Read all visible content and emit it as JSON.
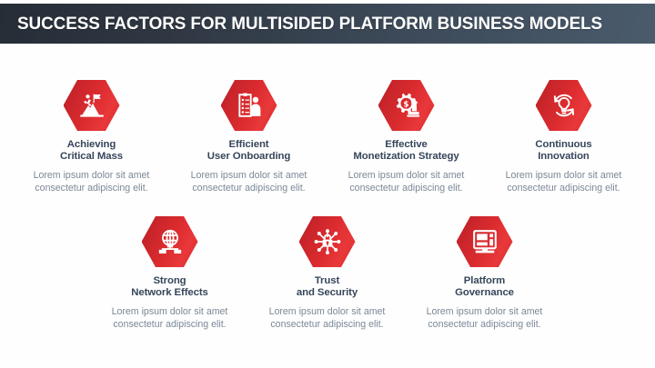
{
  "header": {
    "title": "SUCCESS FACTORS FOR MULTISIDED PLATFORM BUSINESS MODELS",
    "bg_color_start": "#262d37",
    "bg_color_end": "#4a5b6c",
    "text_color": "#ffffff"
  },
  "theme": {
    "accent": "#d92a2d",
    "accent_dark": "#b61f24",
    "title_color": "#36465b",
    "body_color": "#7b8897",
    "background": "#ffffff"
  },
  "items": [
    {
      "icon": "mountain-flag-achievement-icon",
      "title_line1": "Achieving",
      "title_line2": "Critical Mass",
      "desc_line1": "Lorem ipsum dolor sit amet",
      "desc_line2": "consectetur adipiscing elit."
    },
    {
      "icon": "clipboard-checklist-person-icon",
      "title_line1": "Efficient",
      "title_line2": "User Onboarding",
      "desc_line1": "Lorem ipsum dolor sit amet",
      "desc_line2": "consectetur adipiscing elit."
    },
    {
      "icon": "gear-dollar-growth-icon",
      "title_line1": "Effective",
      "title_line2": "Monetization Strategy",
      "desc_line1": "Lorem ipsum dolor sit amet",
      "desc_line2": "consectetur adipiscing elit."
    },
    {
      "icon": "lightbulb-refresh-icon",
      "title_line1": "Continuous",
      "title_line2": "Innovation",
      "desc_line1": "Lorem ipsum dolor sit amet",
      "desc_line2": "consectetur adipiscing elit."
    },
    {
      "icon": "globe-network-nodes-icon",
      "title_line1": "Strong",
      "title_line2": "Network Effects",
      "desc_line1": "Lorem ipsum dolor sit amet",
      "desc_line2": "consectetur adipiscing elit."
    },
    {
      "icon": "padlock-circuit-security-icon",
      "title_line1": "Trust",
      "title_line2": "and Security",
      "desc_line1": "Lorem ipsum dolor sit amet",
      "desc_line2": "consectetur adipiscing elit."
    },
    {
      "icon": "dashboard-monitor-governance-icon",
      "title_line1": "Platform",
      "title_line2": "Governance",
      "desc_line1": "Lorem ipsum dolor sit amet",
      "desc_line2": "consectetur adipiscing elit."
    }
  ]
}
